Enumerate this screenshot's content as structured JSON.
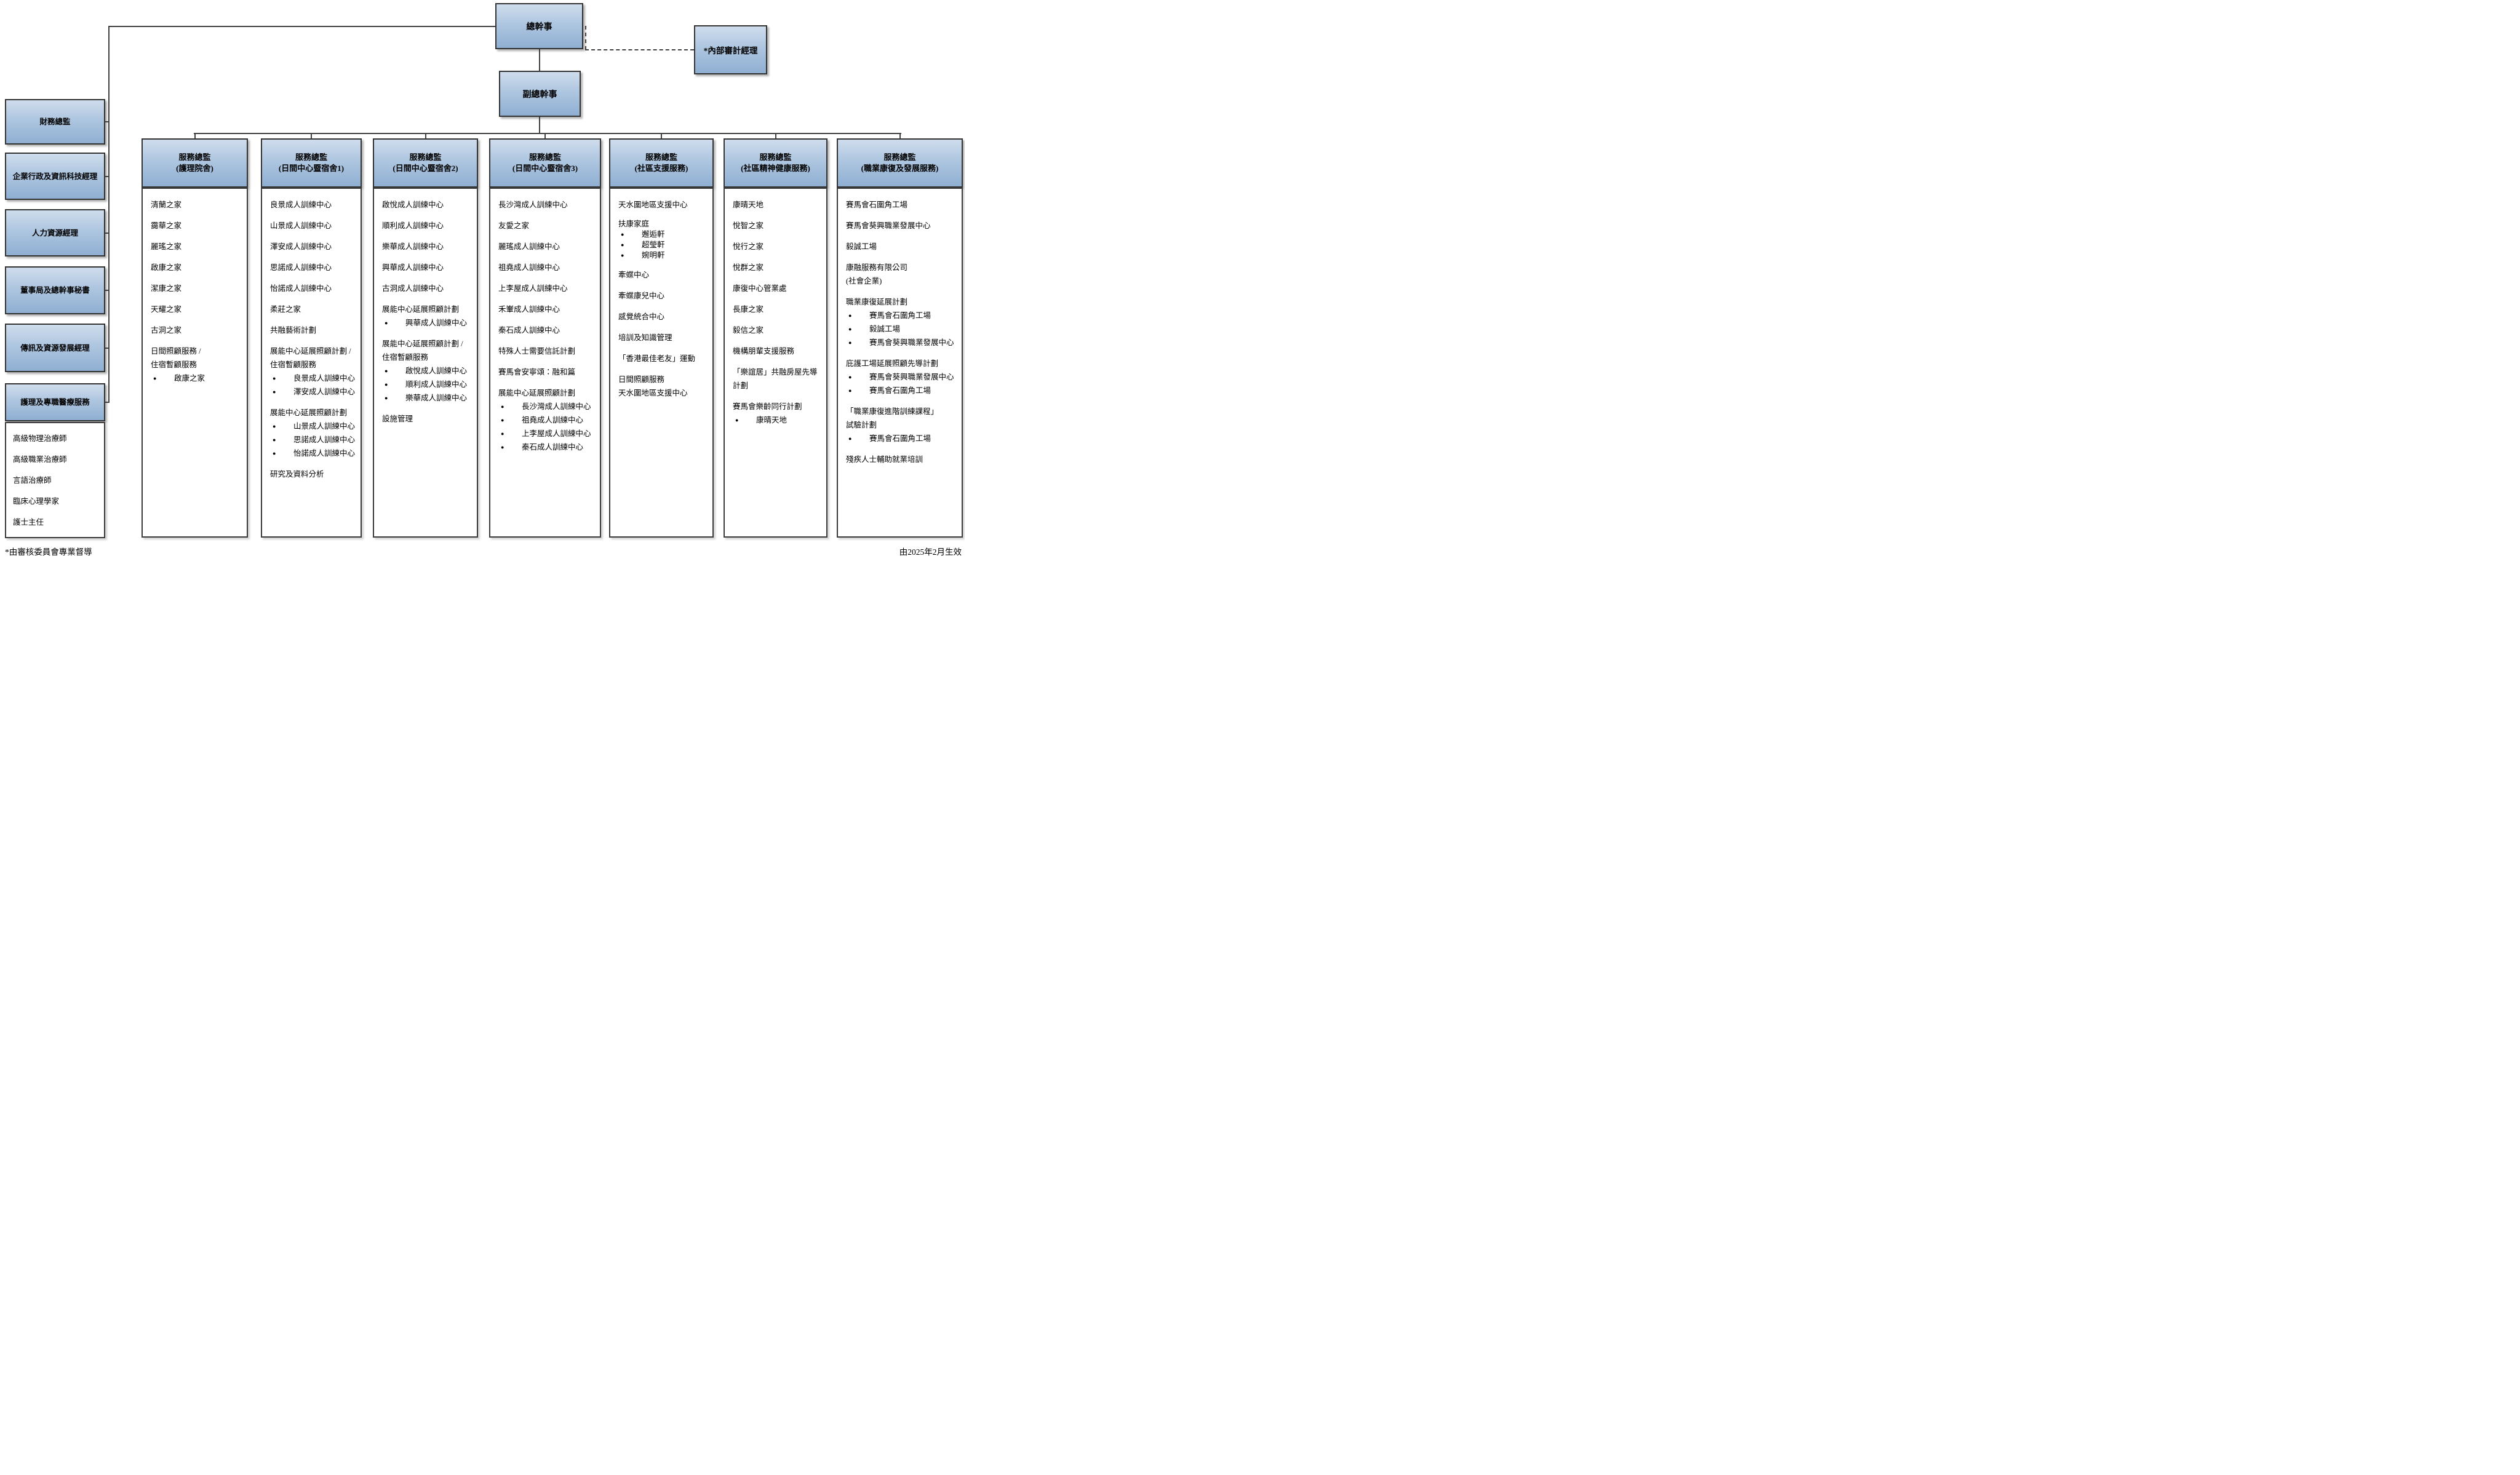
{
  "top": {
    "chief_executive": "總幹事",
    "internal_audit_manager": "*內部審計經理",
    "deputy_chief_executive": "副總幹事"
  },
  "left_branch": {
    "managers": [
      "財務總監",
      "企業行政及資訊科技經理",
      "人力資源經理",
      "董事局及總幹事秘書",
      "傳訊及資源發展經理",
      "護理及專職醫療服務"
    ],
    "allied_health_staff": [
      "高級物理治療師",
      "高級職業治療師",
      "言語治療師",
      "臨床心理學家",
      "護士主任"
    ]
  },
  "service_directors": [
    {
      "title": "服務總監",
      "subtitle": "(護理院舍)",
      "groups": [
        {
          "lines": [
            "清蘭之家"
          ]
        },
        {
          "lines": [
            "靄華之家"
          ]
        },
        {
          "lines": [
            "麗瑤之家"
          ]
        },
        {
          "lines": [
            "啟康之家"
          ]
        },
        {
          "lines": [
            "潔康之家"
          ]
        },
        {
          "lines": [
            "天耀之家"
          ]
        },
        {
          "lines": [
            "古洞之家"
          ]
        },
        {
          "lines": [
            "日間照顧服務 /",
            "住宿暫顧服務"
          ],
          "bullets": [
            "啟康之家"
          ]
        }
      ]
    },
    {
      "title": "服務總監",
      "subtitle": "(日間中心暨宿舍1)",
      "groups": [
        {
          "lines": [
            "良景成人訓練中心"
          ]
        },
        {
          "lines": [
            "山景成人訓練中心"
          ]
        },
        {
          "lines": [
            "澤安成人訓練中心"
          ]
        },
        {
          "lines": [
            "思諾成人訓練中心"
          ]
        },
        {
          "lines": [
            "怡諾成人訓練中心"
          ]
        },
        {
          "lines": [
            "柔莊之家"
          ]
        },
        {
          "lines": [
            "共融藝術計劃"
          ]
        },
        {
          "lines": [
            "展能中心延展照顧計劃 /",
            "住宿暫顧服務"
          ],
          "bullets": [
            "良景成人訓練中心",
            "澤安成人訓練中心"
          ]
        },
        {
          "lines": [
            "展能中心延展照顧計劃"
          ],
          "bullets": [
            "山景成人訓練中心",
            "思諾成人訓練中心",
            "怡諾成人訓練中心"
          ]
        },
        {
          "lines": [
            "研究及資料分析"
          ]
        }
      ]
    },
    {
      "title": "服務總監",
      "subtitle": "(日間中心暨宿舍2)",
      "groups": [
        {
          "lines": [
            "啟悅成人訓練中心"
          ]
        },
        {
          "lines": [
            "順利成人訓練中心"
          ]
        },
        {
          "lines": [
            "樂華成人訓練中心"
          ]
        },
        {
          "lines": [
            "興華成人訓練中心"
          ]
        },
        {
          "lines": [
            "古洞成人訓練中心"
          ]
        },
        {
          "lines": [
            "展能中心延展照顧計劃"
          ],
          "bullets": [
            "興華成人訓練中心"
          ]
        },
        {
          "lines": [
            "展能中心延展照顧計劃 /",
            "住宿暫顧服務"
          ],
          "bullets": [
            "啟悅成人訓練中心",
            "順利成人訓練中心",
            "樂華成人訓練中心"
          ]
        },
        {
          "lines": [
            "設施管理"
          ]
        }
      ]
    },
    {
      "title": "服務總監",
      "subtitle": "(日間中心暨宿舍3)",
      "groups": [
        {
          "lines": [
            "長沙灣成人訓練中心"
          ]
        },
        {
          "lines": [
            "友愛之家"
          ]
        },
        {
          "lines": [
            "麗瑤成人訓練中心"
          ]
        },
        {
          "lines": [
            "祖堯成人訓練中心"
          ]
        },
        {
          "lines": [
            "上李屋成人訓練中心"
          ]
        },
        {
          "lines": [
            "禾輋成人訓練中心"
          ]
        },
        {
          "lines": [
            "秦石成人訓練中心"
          ]
        },
        {
          "lines": [
            "特殊人士需要信託計劃"
          ]
        },
        {
          "lines": [
            "賽馬會安寧頌：融和篇"
          ]
        },
        {
          "lines": [
            "展能中心延展照顧計劃"
          ],
          "bullets": [
            "長沙灣成人訓練中心",
            "祖堯成人訓練中心",
            "上李屋成人訓練中心",
            "秦石成人訓練中心"
          ]
        }
      ]
    },
    {
      "title": "服務總監",
      "subtitle": "(社區支援服務)",
      "groups": [
        {
          "lines": [
            "天水圍地區支援中心"
          ]
        },
        {
          "lines": [
            "扶康家庭"
          ],
          "bullets": [
            "邂逅軒",
            "超瑩軒",
            "婉明軒"
          ],
          "tight": true
        },
        {
          "lines": [
            "牽蝶中心"
          ]
        },
        {
          "lines": [
            "牽蝶康兒中心"
          ]
        },
        {
          "lines": [
            "感覺統合中心"
          ]
        },
        {
          "lines": [
            "培訓及知識管理"
          ]
        },
        {
          "lines": [
            "「香港最佳老友」運動"
          ]
        },
        {
          "lines": [
            "日間照顧服務",
            "天水圍地區支援中心"
          ]
        }
      ]
    },
    {
      "title": "服務總監",
      "subtitle": "(社區精神健康服務)",
      "groups": [
        {
          "lines": [
            "康晴天地"
          ]
        },
        {
          "lines": [
            "悅智之家"
          ]
        },
        {
          "lines": [
            "悅行之家"
          ]
        },
        {
          "lines": [
            "悅群之家"
          ]
        },
        {
          "lines": [
            "康復中心管業處"
          ]
        },
        {
          "lines": [
            "長康之家"
          ]
        },
        {
          "lines": [
            "毅信之家"
          ]
        },
        {
          "lines": [
            "機構朋輩支援服務"
          ]
        },
        {
          "lines": [
            "「樂誼居」共融房屋先導",
            "計劃"
          ]
        },
        {
          "lines": [
            "賽馬會樂齡同行計劃"
          ],
          "bullets": [
            "康晴天地"
          ]
        }
      ]
    },
    {
      "title": "服務總監",
      "subtitle": "(職業康復及發展服務)",
      "groups": [
        {
          "lines": [
            "賽馬會石圍角工場"
          ]
        },
        {
          "lines": [
            "賽馬會葵興職業發展中心"
          ]
        },
        {
          "lines": [
            "毅誠工場"
          ]
        },
        {
          "lines": [
            "康融服務有限公司",
            "(社會企業)"
          ]
        },
        {
          "lines": [
            "職業康復延展計劃"
          ],
          "bullets": [
            "賽馬會石圍角工場",
            "毅誠工場",
            "賽馬會葵興職業發展中心"
          ]
        },
        {
          "lines": [
            "庇護工場延展照顧先導計劃"
          ],
          "bullets": [
            "賽馬會葵興職業發展中心",
            "賽馬會石圍角工場"
          ]
        },
        {
          "lines": [
            "「職業康復進階訓練課程」",
            "試驗計劃"
          ],
          "bullets": [
            "賽馬會石圍角工場"
          ]
        },
        {
          "lines": [
            "殘疾人士輔助就業培訓"
          ]
        }
      ]
    }
  ],
  "footnotes": {
    "bottom_left": "*由審核委員會專業督導",
    "bottom_right": "由2025年2月生效"
  },
  "colors": {
    "box_fill_top": "#cfdded",
    "box_fill_bottom": "#8fafd2",
    "box_border": "#333333",
    "connector_line": "#404040",
    "text": "#000000"
  }
}
